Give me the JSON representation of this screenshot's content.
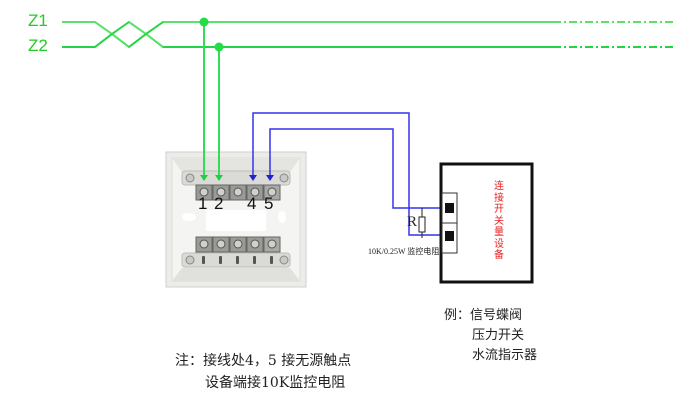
{
  "bus": {
    "lines": [
      {
        "label": "Z1"
      },
      {
        "label": "Z2"
      }
    ],
    "color": "#22dd44"
  },
  "module": {
    "terminal_labels": [
      "1",
      "2",
      "4",
      "5"
    ],
    "wire_colors": {
      "bus": "#22cc44",
      "input": "#2222ee"
    }
  },
  "resistor": {
    "label": "R",
    "spec": "10K/0.25W 监控电阻"
  },
  "device": {
    "label": "连接开关量设备",
    "label_color": "#ee2222"
  },
  "examples": {
    "prefix": "例：",
    "items": [
      "信号蝶阀",
      "压力开关",
      "水流指示器"
    ]
  },
  "note": {
    "line1": "注：接线处4，5 接无源触点",
    "line2": "设备端接10K监控电阻"
  }
}
